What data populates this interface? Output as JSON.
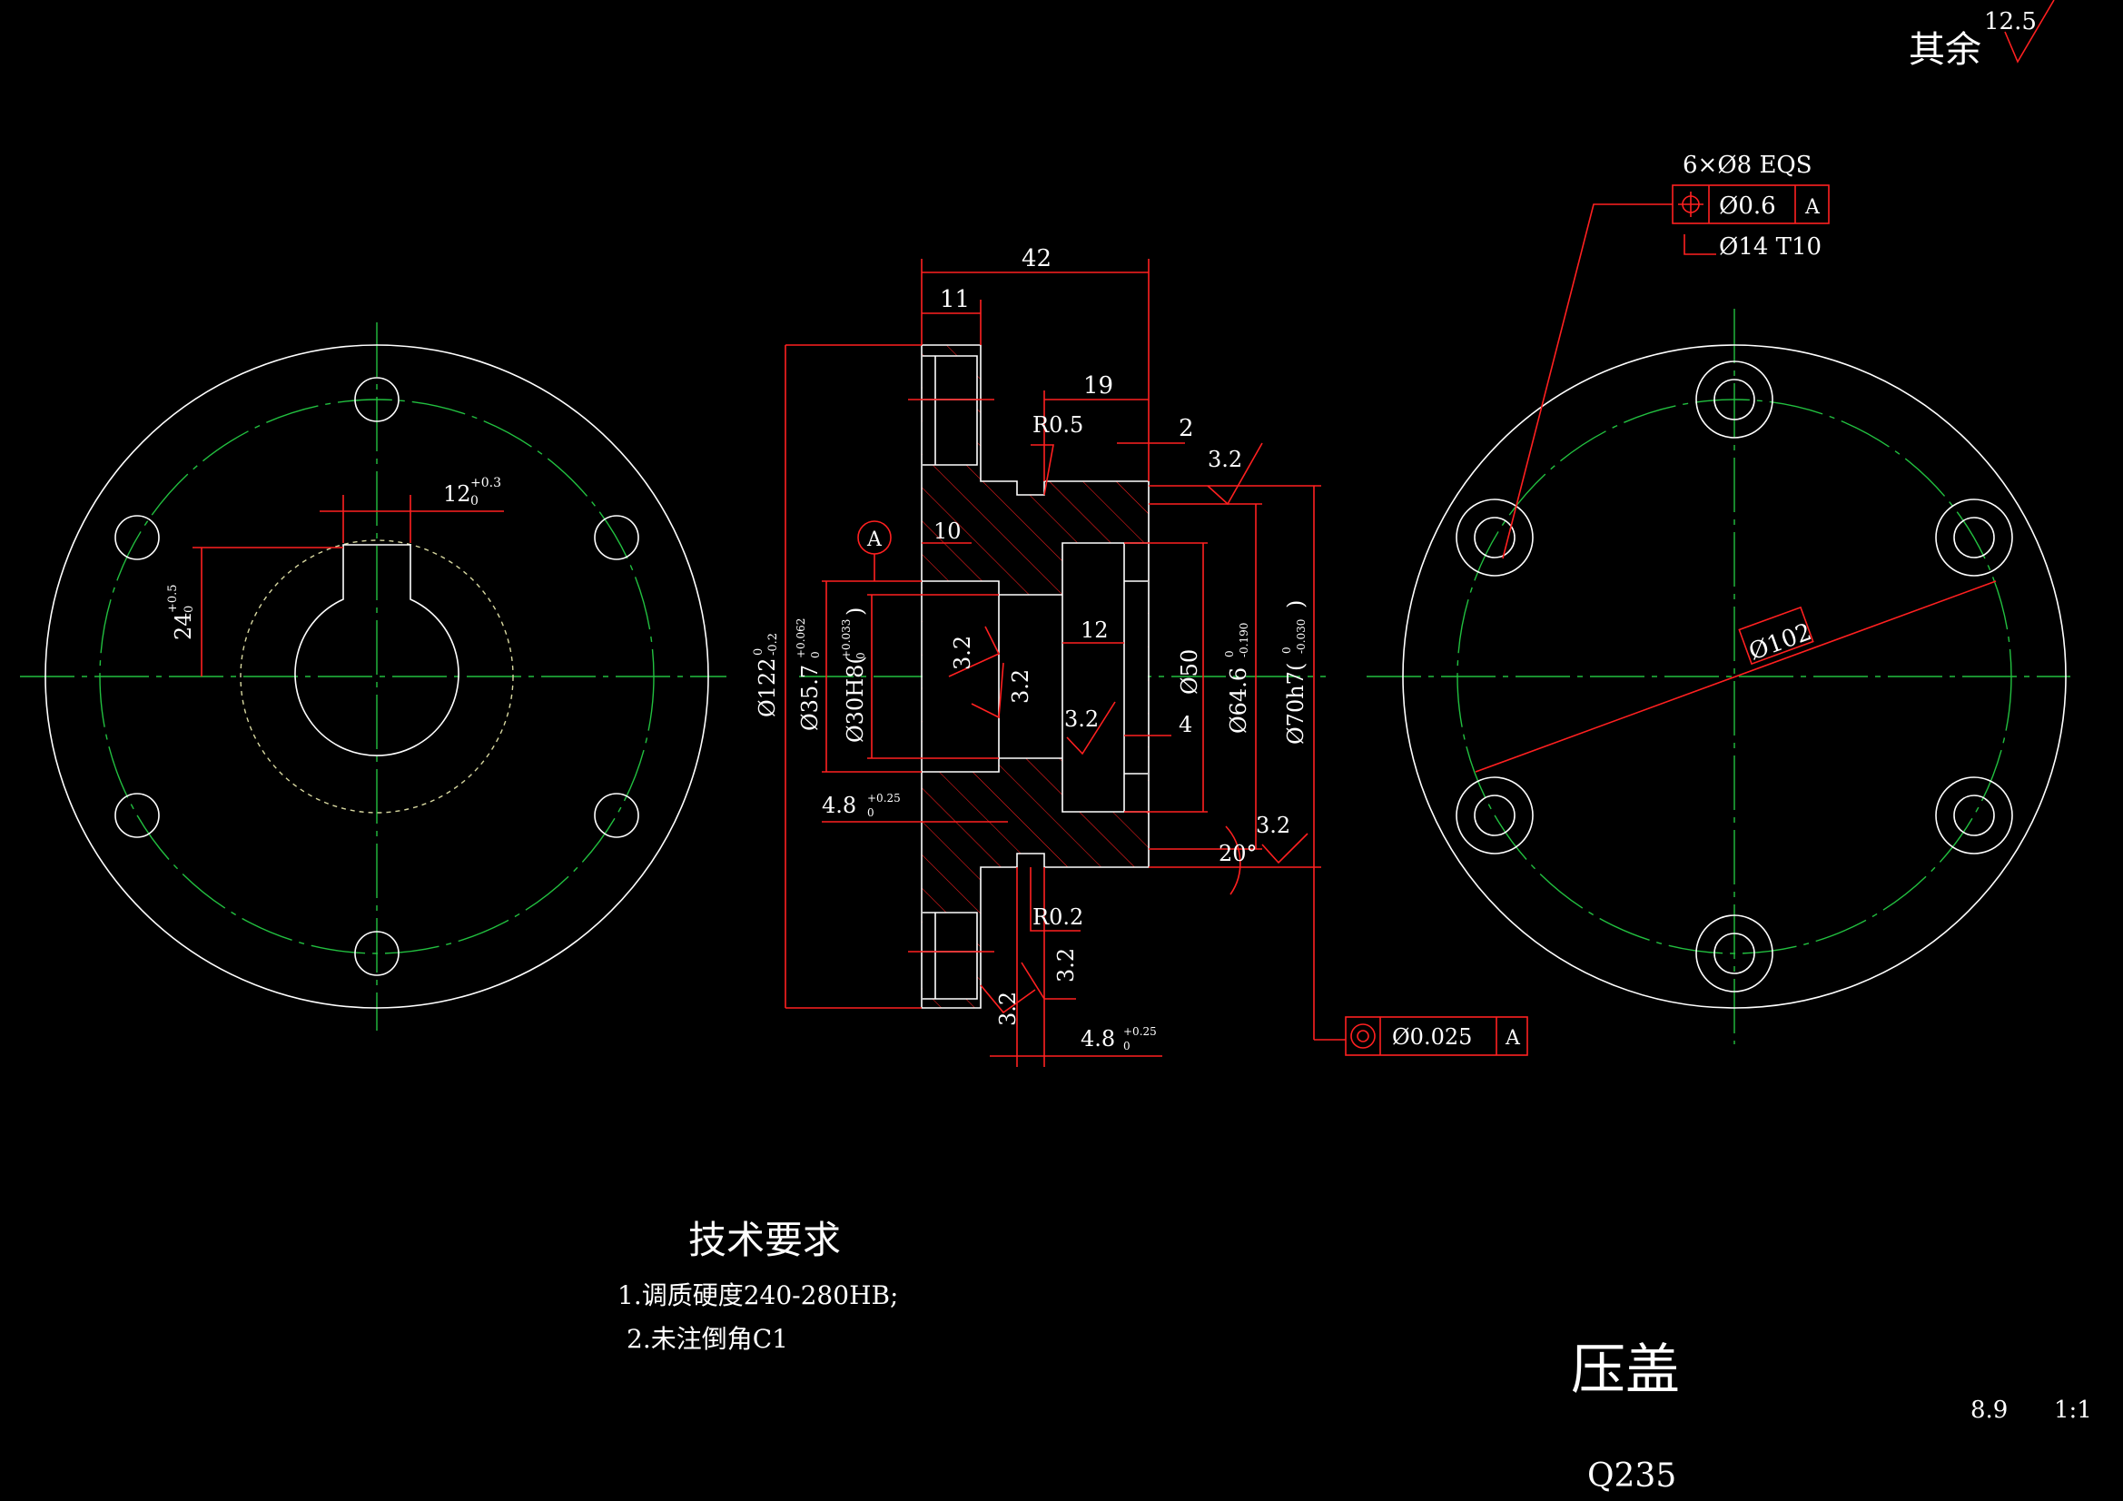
{
  "title": "压盖",
  "material": "Q235",
  "weight": "8.9",
  "scale": "1:1",
  "roughness_other": {
    "label": "其余",
    "value": "12.5"
  },
  "tech_requirements": {
    "heading": "技术要求",
    "items": [
      "1.调质硬度240-280HB;",
      "2.未注倒角C1"
    ]
  },
  "left_view": {
    "keyway_width": "12",
    "keyway_tol_upper": "+0.3",
    "keyway_tol_lower": "0",
    "keyway_depth": "24",
    "keyway_depth_upper": "+0.5",
    "keyway_depth_lower": "0"
  },
  "section": {
    "datum": "A",
    "d_overall": "Ø122",
    "d_overall_upper": "0",
    "d_overall_lower": "-0.2",
    "d_357": "Ø35.7",
    "d_357_upper": "+0.062",
    "d_357_lower": "0",
    "d_30": "Ø30H8(",
    "d_30_upper": "+0.033",
    "d_30_lower": "0",
    "d_30_close": ")",
    "d_50": "Ø50",
    "d_646": "Ø64.6",
    "d_646_upper": "0",
    "d_646_lower": "-0.190",
    "d_70": "Ø70h7(",
    "d_70_upper": "0",
    "d_70_lower": "-0.030",
    "d_70_close": ")",
    "len_42": "42",
    "len_11": "11",
    "len_19": "19",
    "len_2": "2",
    "len_10": "10",
    "len_12": "12",
    "len_4": "4",
    "r05": "R0.5",
    "r02": "R0.2",
    "angle": "20°",
    "groove1": "4.8",
    "groove1_upper": "+0.25",
    "groove1_lower": "0",
    "groove2": "4.8",
    "groove2_upper": "+0.25",
    "groove2_lower": "0",
    "roughness": [
      "3.2",
      "3.2",
      "3.2",
      "3.2",
      "3.2",
      "3.2",
      "3.2"
    ],
    "concentricity": {
      "tol": "Ø0.025",
      "datum": "A"
    }
  },
  "right_view": {
    "holes_note": "6×Ø8 EQS",
    "position": {
      "tol": "Ø0.6",
      "datum": "A"
    },
    "counterbore": "Ø14 T10",
    "bolt_circle": "Ø102"
  },
  "colors": {
    "outline": "#ffffff",
    "dimension": "#ff2020",
    "centerline": "#22c040",
    "background": "#000000"
  }
}
